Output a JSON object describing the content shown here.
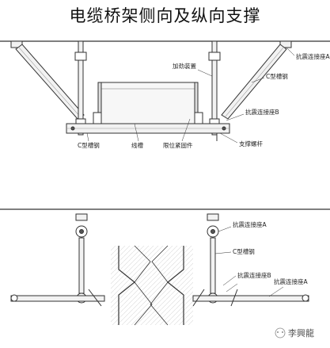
{
  "title": "电缆桥架侧向及纵向支撑",
  "labels": {
    "anti_seismic_a": "抗震连接座A",
    "stiffener": "加劲装置",
    "c_channel": "C型槽钢",
    "anti_seismic_b": "抗震连接座B",
    "c_channel_bottom": "C型槽钢",
    "cable_tray": "线槽",
    "limit_fastener": "限位紧固件",
    "support_rod": "支撑螺杆",
    "anti_seismic_a_2": "抗震连接座A",
    "c_channel_2": "C型槽钢",
    "anti_seismic_b_2": "抗震连接座B",
    "anti_seismic_a_3": "抗震连接座A"
  },
  "watermark": "李興龍",
  "colors": {
    "line": "#333333",
    "fill_light": "#f2f2f2",
    "fill_dark": "#555555"
  }
}
